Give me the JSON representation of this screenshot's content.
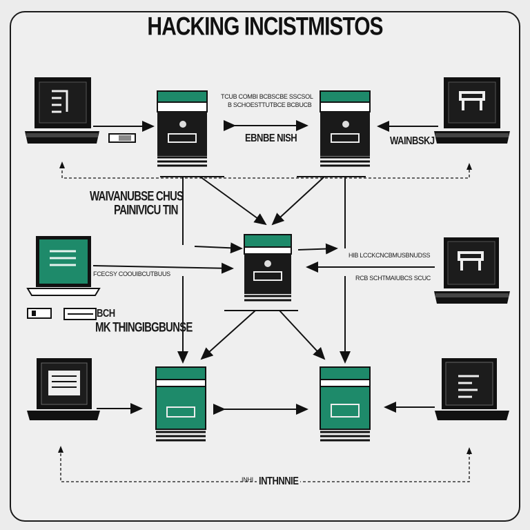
{
  "diagram": {
    "title": "HACKING INCISTMISTOS",
    "colors": {
      "ink": "#111111",
      "green": "#1e8a6a",
      "paper": "#efefef"
    },
    "labels": {
      "server_top_note_1": "TCUB COMBI BCBSCBE SSCSOL",
      "server_top_note_2": "B SCHOESTTUTBCE BCBUCB",
      "link_top": "EBNBE NISH",
      "right_laptop_top": "WAINBSKJ",
      "left_mid_1": "WAIVANUBSE CHUS",
      "left_mid_2": "PAINIVICU TIN",
      "right_mid_1": "HIB LCCKCNCBMUSBNUDSS",
      "left_laptop_mid": "FCECSY COOUIBCUTBUUS",
      "right_mid_2": "RCB SCHTMAIUBCS SCUC",
      "small_tag": "BCH",
      "left_low": "MK THINGIBGBUNSE",
      "bottom_prefix": "INHI",
      "bottom": "INTHNNIE"
    },
    "icons": {
      "laptop": "laptop-icon",
      "server": "server-icon",
      "arrow": "arrow-icon",
      "hardware": "drive-icon"
    }
  }
}
